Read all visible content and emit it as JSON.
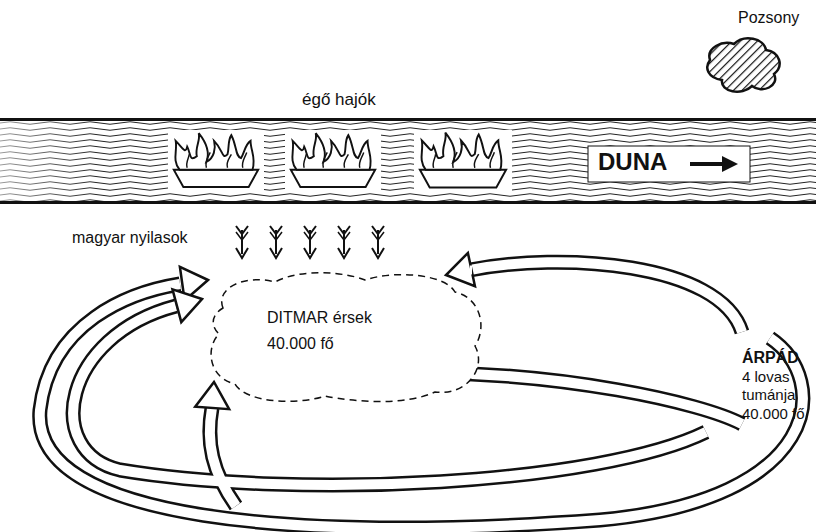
{
  "diagram": {
    "nodes": [
      {
        "text": [
          "DUNA"
        ]
      },
      {
        "text": [
          "DITMAR érsek",
          "40.000 fő"
        ]
      }
    ],
    "labels": [
      "Pozsony",
      "égő hajók",
      "magyar nyilasok",
      "ÁRPÁD",
      "4 lovas tumánja",
      "40.000 fő"
    ]
  }
}
